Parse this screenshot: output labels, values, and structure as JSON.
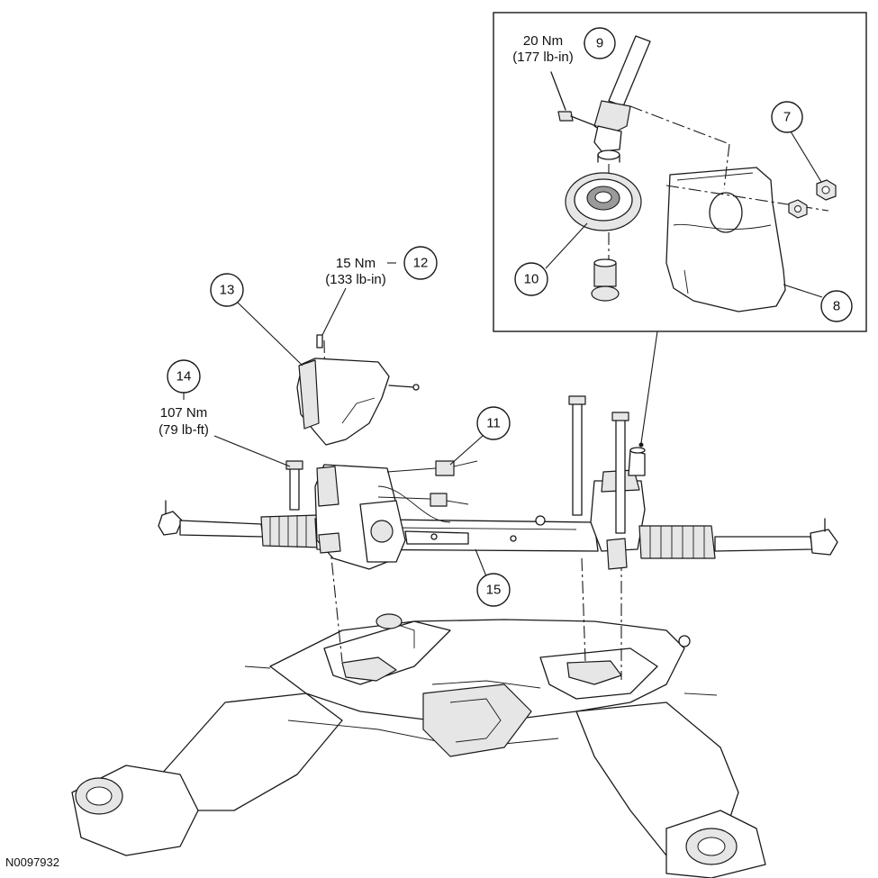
{
  "figure_id": "N0097932",
  "callouts": {
    "c7": "7",
    "c8": "8",
    "c9": "9",
    "c10": "10",
    "c11": "11",
    "c12": "12",
    "c13": "13",
    "c14": "14",
    "c15": "15"
  },
  "torque": {
    "t9": {
      "metric": "20 Nm",
      "imperial": "(177 lb-in)"
    },
    "t12": {
      "metric": "15 Nm",
      "imperial": "(133 lb-in)"
    },
    "t14": {
      "metric": "107 Nm",
      "imperial": "(79 lb-ft)"
    }
  }
}
